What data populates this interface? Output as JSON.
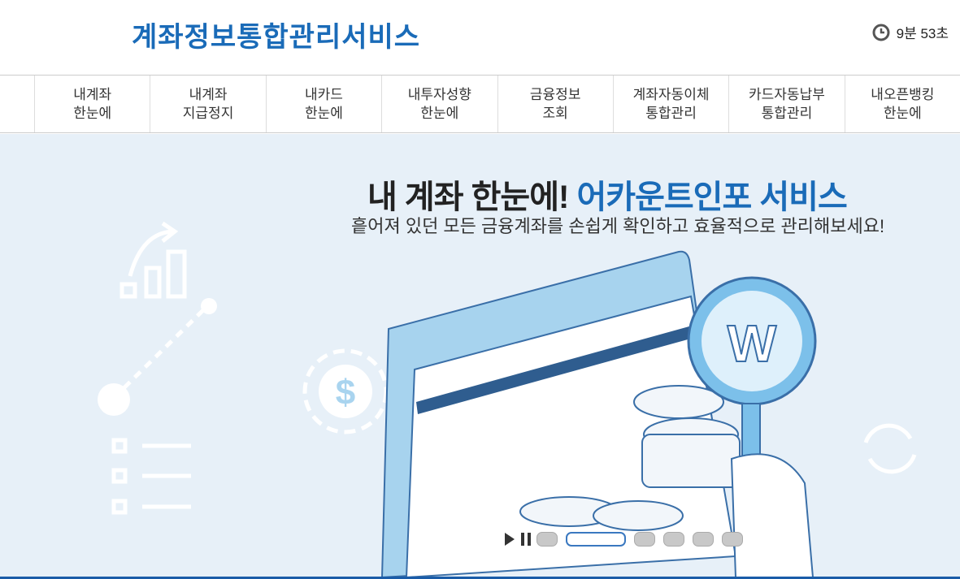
{
  "header": {
    "logo": "계좌정보통합관리서비스",
    "timer": "9분 53초",
    "timer_icon": "clock-icon"
  },
  "nav": [
    {
      "l1": "내계좌",
      "l2": "한눈에"
    },
    {
      "l1": "내계좌",
      "l2": "지급정지"
    },
    {
      "l1": "내카드",
      "l2": "한눈에"
    },
    {
      "l1": "내투자성향",
      "l2": "한눈에"
    },
    {
      "l1": "금융정보",
      "l2": "조회"
    },
    {
      "l1": "계좌자동이체",
      "l2": "통합관리"
    },
    {
      "l1": "카드자동납부",
      "l2": "통합관리"
    },
    {
      "l1": "내오픈뱅킹",
      "l2": "한눈에"
    }
  ],
  "hero": {
    "title_a": "내 계좌 한눈에! ",
    "title_b": "어카운트인포 서비스",
    "subtitle": "흩어져 있던 모든 금융계좌를 손쉽게 확인하고 효율적으로 관리해보세요!"
  },
  "slider": {
    "slide_count": 6,
    "active_index": 1
  },
  "colors": {
    "brand": "#1a6bb8",
    "hero_bg": "#e7f0f8"
  }
}
